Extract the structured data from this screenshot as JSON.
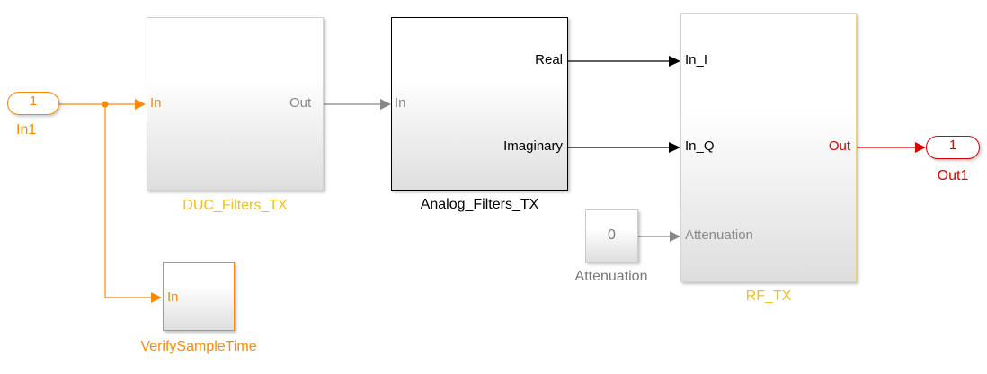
{
  "colors": {
    "orange": "#ff8800",
    "yellow_border": "#e8d48a",
    "yellow_text": "#f0c020",
    "red": "#dd0000",
    "gray_text": "#777777",
    "gray_wire": "#888888",
    "black": "#000000"
  },
  "inport": {
    "number": "1",
    "name": "In1"
  },
  "outport": {
    "number": "1",
    "name": "Out1"
  },
  "duc": {
    "name": "DUC_Filters_TX",
    "in_label": "In",
    "out_label": "Out"
  },
  "analog": {
    "name": "Analog_Filters_TX",
    "in_label": "In",
    "real_label": "Real",
    "imag_label": "Imaginary"
  },
  "rf": {
    "name": "RF_TX",
    "in_i_label": "In_I",
    "in_q_label": "In_Q",
    "att_label": "Attenuation",
    "out_label": "Out"
  },
  "constant": {
    "value": "0",
    "name": "Attenuation"
  },
  "verify": {
    "name": "VerifySampleTime",
    "in_label": "In"
  }
}
